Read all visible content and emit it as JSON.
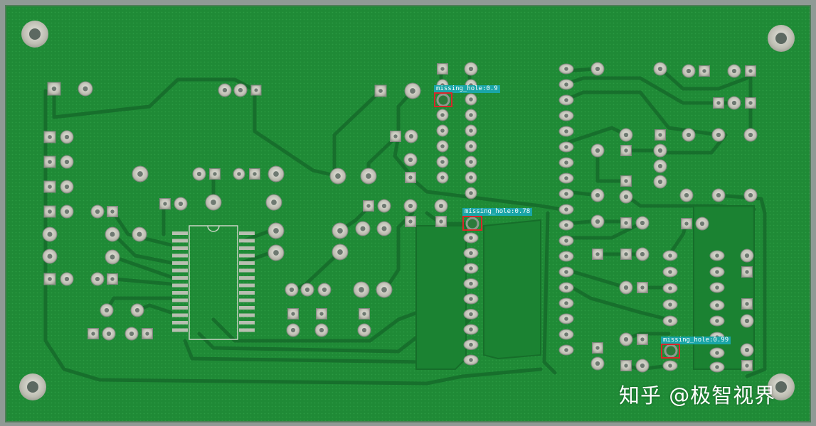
{
  "image": {
    "subject": "PCB defect detection output",
    "board_color": "#1f8a36",
    "trace_color": "#157a2a",
    "pad_color": "#c7c7bd",
    "box_color": "#d8262a",
    "label_bg_color": "#1aa6a8"
  },
  "detections": [
    {
      "label": "missing_hole:0.9"
    },
    {
      "label": "missing_hole:0.78"
    },
    {
      "label": "missing_hole:0.99"
    }
  ],
  "watermark": {
    "text": "知乎 @极智视界"
  }
}
